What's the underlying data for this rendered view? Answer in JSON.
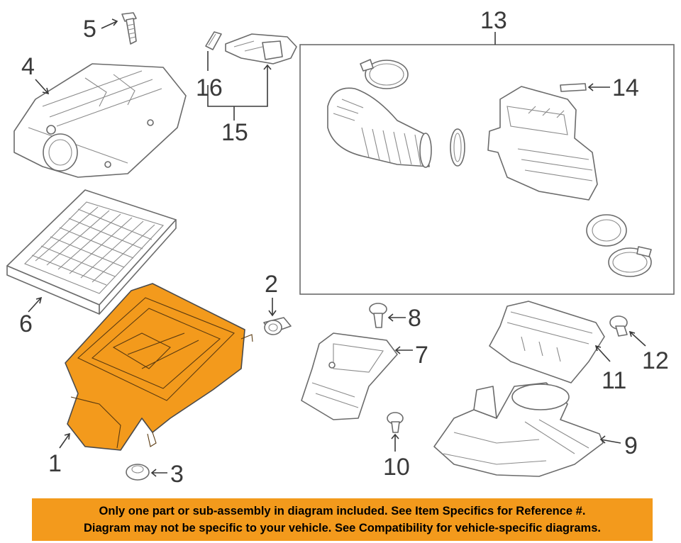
{
  "colors": {
    "highlight": "#f39a1c",
    "line": "#6b6b6b",
    "text": "#3a3a3a"
  },
  "callouts": {
    "c1": "1",
    "c2": "2",
    "c3": "3",
    "c4": "4",
    "c5": "5",
    "c6": "6",
    "c7": "7",
    "c8": "8",
    "c9": "9",
    "c10": "10",
    "c11": "11",
    "c12": "12",
    "c13": "13",
    "c14": "14",
    "c15": "15",
    "c16": "16"
  },
  "highlighted_part": "1",
  "banner": {
    "line1": "Only one part or sub-assembly in diagram included. See Item Specifics for Reference #.",
    "line2": "Diagram may not be specific to your vehicle. See Compatibility for vehicle-specific diagrams."
  }
}
